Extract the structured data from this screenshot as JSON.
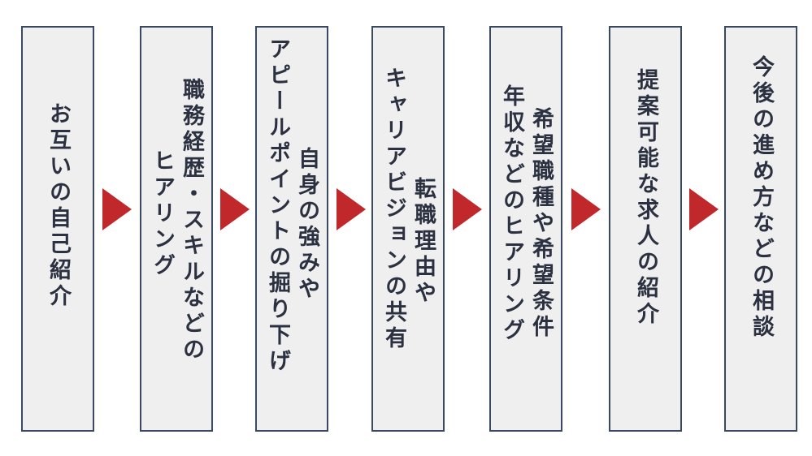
{
  "steps": [
    {
      "lines": [
        "お互いの自己紹介"
      ]
    },
    {
      "lines": [
        "職務経歴・スキルなどの",
        "ヒアリング"
      ]
    },
    {
      "lines": [
        "自身の強みや",
        "アピールポイントの掘り下げ"
      ]
    },
    {
      "lines": [
        "転職理由や",
        "キャリアビジョンの共有"
      ]
    },
    {
      "lines": [
        "希望職種や希望条件",
        "年収などのヒアリング"
      ]
    },
    {
      "lines": [
        "提案可能な求人の紹介"
      ]
    },
    {
      "lines": [
        "今後の進め方などの相談"
      ]
    }
  ],
  "colors": {
    "arrow": "#c0282b",
    "box_border": "#3a4a5e",
    "box_fill": "#efefef",
    "text": "#2b3140"
  }
}
